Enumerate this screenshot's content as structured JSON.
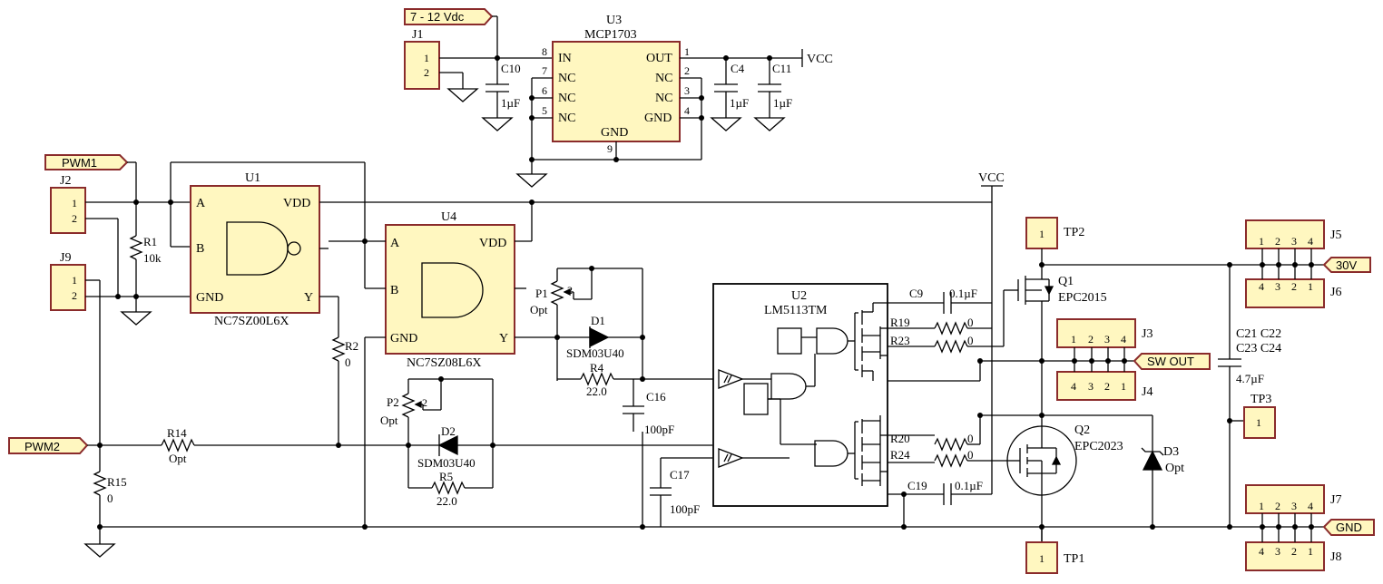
{
  "components": {
    "U1": {
      "ref": "U1",
      "part": "NC7SZ00L6X",
      "pins": {
        "a": "A",
        "b": "B",
        "vdd": "VDD",
        "gnd": "GND",
        "y": "Y"
      }
    },
    "U2": {
      "ref": "U2",
      "part": "LM5113TM"
    },
    "U3": {
      "ref": "U3",
      "part": "MCP1703",
      "pins": {
        "in": "IN",
        "nc": "NC",
        "out": "OUT",
        "gnd": "GND"
      },
      "pin_numbers": {
        "p8": "8",
        "p7": "7",
        "p6": "6",
        "p5": "5",
        "p1": "1",
        "p2": "2",
        "p3": "3",
        "p4": "4",
        "p9": "9"
      }
    },
    "U4": {
      "ref": "U4",
      "part": "NC7SZ08L6X",
      "pins": {
        "a": "A",
        "b": "B",
        "vdd": "VDD",
        "gnd": "GND",
        "y": "Y"
      }
    },
    "J1": {
      "ref": "J1",
      "pins": [
        "1",
        "2"
      ]
    },
    "J2": {
      "ref": "J2",
      "pins": [
        "1",
        "2"
      ]
    },
    "J9": {
      "ref": "J9",
      "pins": [
        "1",
        "2"
      ]
    },
    "J3": {
      "ref": "J3",
      "pins": [
        "1",
        "2",
        "3",
        "4"
      ]
    },
    "J4": {
      "ref": "J4",
      "pins": [
        "4",
        "3",
        "2",
        "1"
      ]
    },
    "J5": {
      "ref": "J5",
      "pins": [
        "1",
        "2",
        "3",
        "4"
      ]
    },
    "J6": {
      "ref": "J6",
      "pins": [
        "4",
        "3",
        "2",
        "1"
      ]
    },
    "J7": {
      "ref": "J7",
      "pins": [
        "1",
        "2",
        "3",
        "4"
      ]
    },
    "J8": {
      "ref": "J8",
      "pins": [
        "4",
        "3",
        "2",
        "1"
      ]
    },
    "TP1": {
      "ref": "TP1",
      "pin": "1"
    },
    "TP2": {
      "ref": "TP2",
      "pin": "1"
    },
    "TP3": {
      "ref": "TP3",
      "pin": "1"
    },
    "C10": {
      "ref": "C10",
      "value": "1µF"
    },
    "C4": {
      "ref": "C4",
      "value": "1µF"
    },
    "C11": {
      "ref": "C11",
      "value": "1µF"
    },
    "C9": {
      "ref": "C9",
      "value": "0.1µF"
    },
    "C19": {
      "ref": "C19",
      "value": "0.1µF"
    },
    "C16": {
      "ref": "C16",
      "value": "100pF"
    },
    "C17": {
      "ref": "C17",
      "value": "100pF"
    },
    "C21": {
      "refs_line1": "C21  C22",
      "refs_line2": "C23  C24",
      "value": "4.7µF"
    },
    "R1": {
      "ref": "R1",
      "value": "10k"
    },
    "R2": {
      "ref": "R2",
      "value": "0"
    },
    "R4": {
      "ref": "R4",
      "value": "22.0"
    },
    "R5": {
      "ref": "R5",
      "value": "22.0"
    },
    "R14": {
      "ref": "R14",
      "value": "Opt"
    },
    "R15": {
      "ref": "R15",
      "value": "0"
    },
    "R19": {
      "ref": "R19",
      "value": "0"
    },
    "R23": {
      "ref": "R23",
      "value": "0"
    },
    "R20": {
      "ref": "R20",
      "value": "0"
    },
    "R24": {
      "ref": "R24",
      "value": "0"
    },
    "P1": {
      "ref": "P1",
      "value": "Opt",
      "wiper": "2"
    },
    "P2": {
      "ref": "P2",
      "value": "Opt",
      "wiper": "2"
    },
    "D1": {
      "ref": "D1",
      "part": "SDM03U40"
    },
    "D2": {
      "ref": "D2",
      "part": "SDM03U40"
    },
    "D3": {
      "ref": "D3",
      "value": "Opt"
    },
    "Q1": {
      "ref": "Q1",
      "part": "EPC2015"
    },
    "Q2": {
      "ref": "Q2",
      "part": "EPC2023"
    }
  },
  "ports": {
    "vin": "7 - 12 Vdc",
    "pwm1": "PWM1",
    "pwm2": "PWM2",
    "v30": "30V",
    "swout": "SW OUT",
    "gnd": "GND"
  },
  "nets": {
    "vcc": "VCC"
  }
}
